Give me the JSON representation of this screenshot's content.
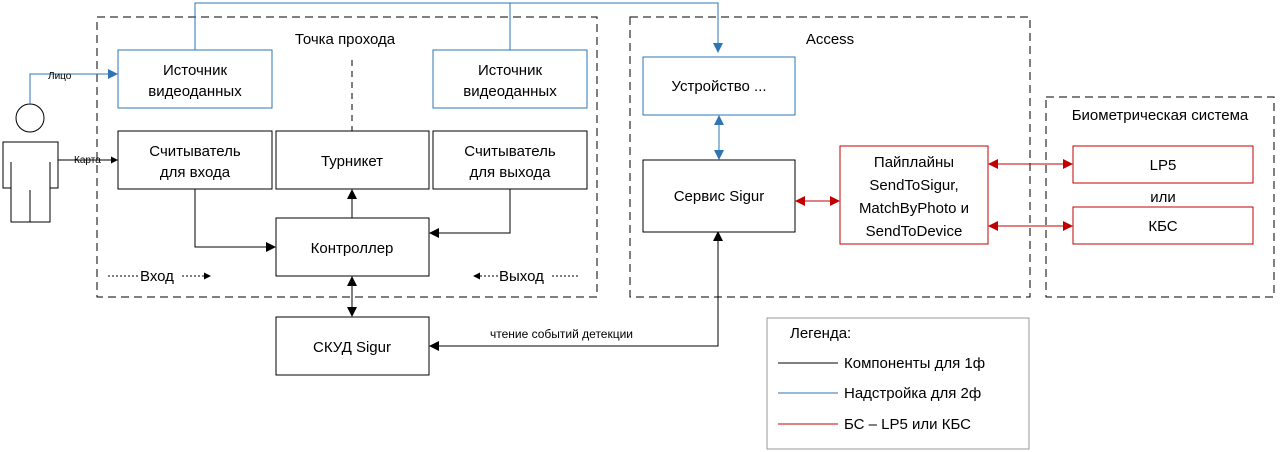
{
  "groups": {
    "passage_point": "Точка прохода",
    "access": "Access",
    "biometric": "Биометрическая система"
  },
  "person": {
    "face_label": "Лицо",
    "card_label": "Карта"
  },
  "nodes": {
    "video_source_left": [
      "Источник",
      "видеоданных"
    ],
    "video_source_right": [
      "Источник",
      "видеоданных"
    ],
    "reader_in": [
      "Считыватель",
      "для входа"
    ],
    "turnstile": [
      "Турникет"
    ],
    "reader_out": [
      "Считыватель",
      "для выхода"
    ],
    "controller": [
      "Контроллер"
    ],
    "skud": [
      "СКУД Sigur"
    ],
    "device": [
      "Устройство ..."
    ],
    "sigur_service": [
      "Сервис Sigur"
    ],
    "pipelines": [
      "Пайплайны",
      "SendToSigur,",
      "MatchByPhoto и",
      "SendToDevice"
    ],
    "lp5": [
      "LP5"
    ],
    "kbs": [
      "КБС"
    ]
  },
  "labels": {
    "entry": "Вход",
    "exit": "Выход",
    "or": "или",
    "events": "чтение событий детекции"
  },
  "legend": {
    "title": "Легенда:",
    "items": [
      {
        "label": "Компоненты для 1ф",
        "color": "#000000"
      },
      {
        "label": "Надстройка для 2ф",
        "color": "#2e75b6"
      },
      {
        "label": "БС – LP5 или КБС",
        "color": "#c00000"
      }
    ]
  }
}
